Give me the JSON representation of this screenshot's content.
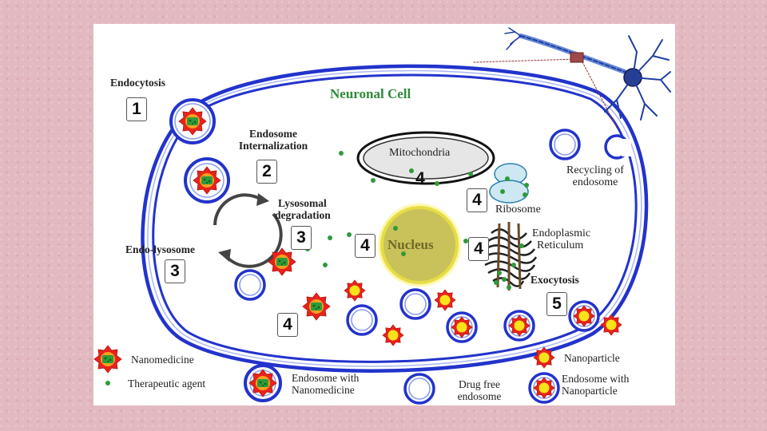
{
  "title": "Neuronal Cell",
  "steps": {
    "endocytosis": {
      "label": "Endocytosis",
      "number": "1"
    },
    "endosome_internalization": {
      "label_line1": "Endosome",
      "label_line2": "Internalization",
      "number": "2"
    },
    "lysosomal_degradation": {
      "label_line1": "Lysosomal",
      "label_line2": "degradation",
      "number": "3"
    },
    "endo_lysosome": {
      "label": "Endo-lysosome",
      "number": "3"
    },
    "release": {
      "number": "4"
    },
    "exocytosis": {
      "label": "Exocytosis",
      "number": "5"
    }
  },
  "organelles": {
    "mitochondria": {
      "label": "Mitochondria",
      "number": "4"
    },
    "nucleus": {
      "label": "Nucleus",
      "number": "4"
    },
    "ribosome": {
      "label": "Ribosome",
      "number": "4"
    },
    "endoplasmic_reticulum": {
      "label_line1": "Endoplasmic",
      "label_line2": "Reticulum",
      "number": "4"
    },
    "recycling": {
      "label_line1": "Recycling of",
      "label_line2": "endosome"
    }
  },
  "legend": {
    "nanomedicine": "Nanomedicine",
    "therapeutic_agent": "Therapeutic agent",
    "endosome_nanomedicine_line1": "Endosome with",
    "endosome_nanomedicine_line2": "Nanomedicine",
    "drug_free_line1": "Drug free",
    "drug_free_line2": "endosome",
    "nanoparticle": "Nanoparticle",
    "endosome_nanoparticle_line1": "Endosome with",
    "endosome_nanoparticle_line2": "Nanoparticle"
  },
  "colors": {
    "membrane": "#2233cc",
    "nanomedicine_star": "#e8231c",
    "nanomedicine_core": "#2f9a3a",
    "nanoparticle_core": "#f7e31a",
    "nucleus": "#c9c25a",
    "title": "#2f8a3a"
  }
}
